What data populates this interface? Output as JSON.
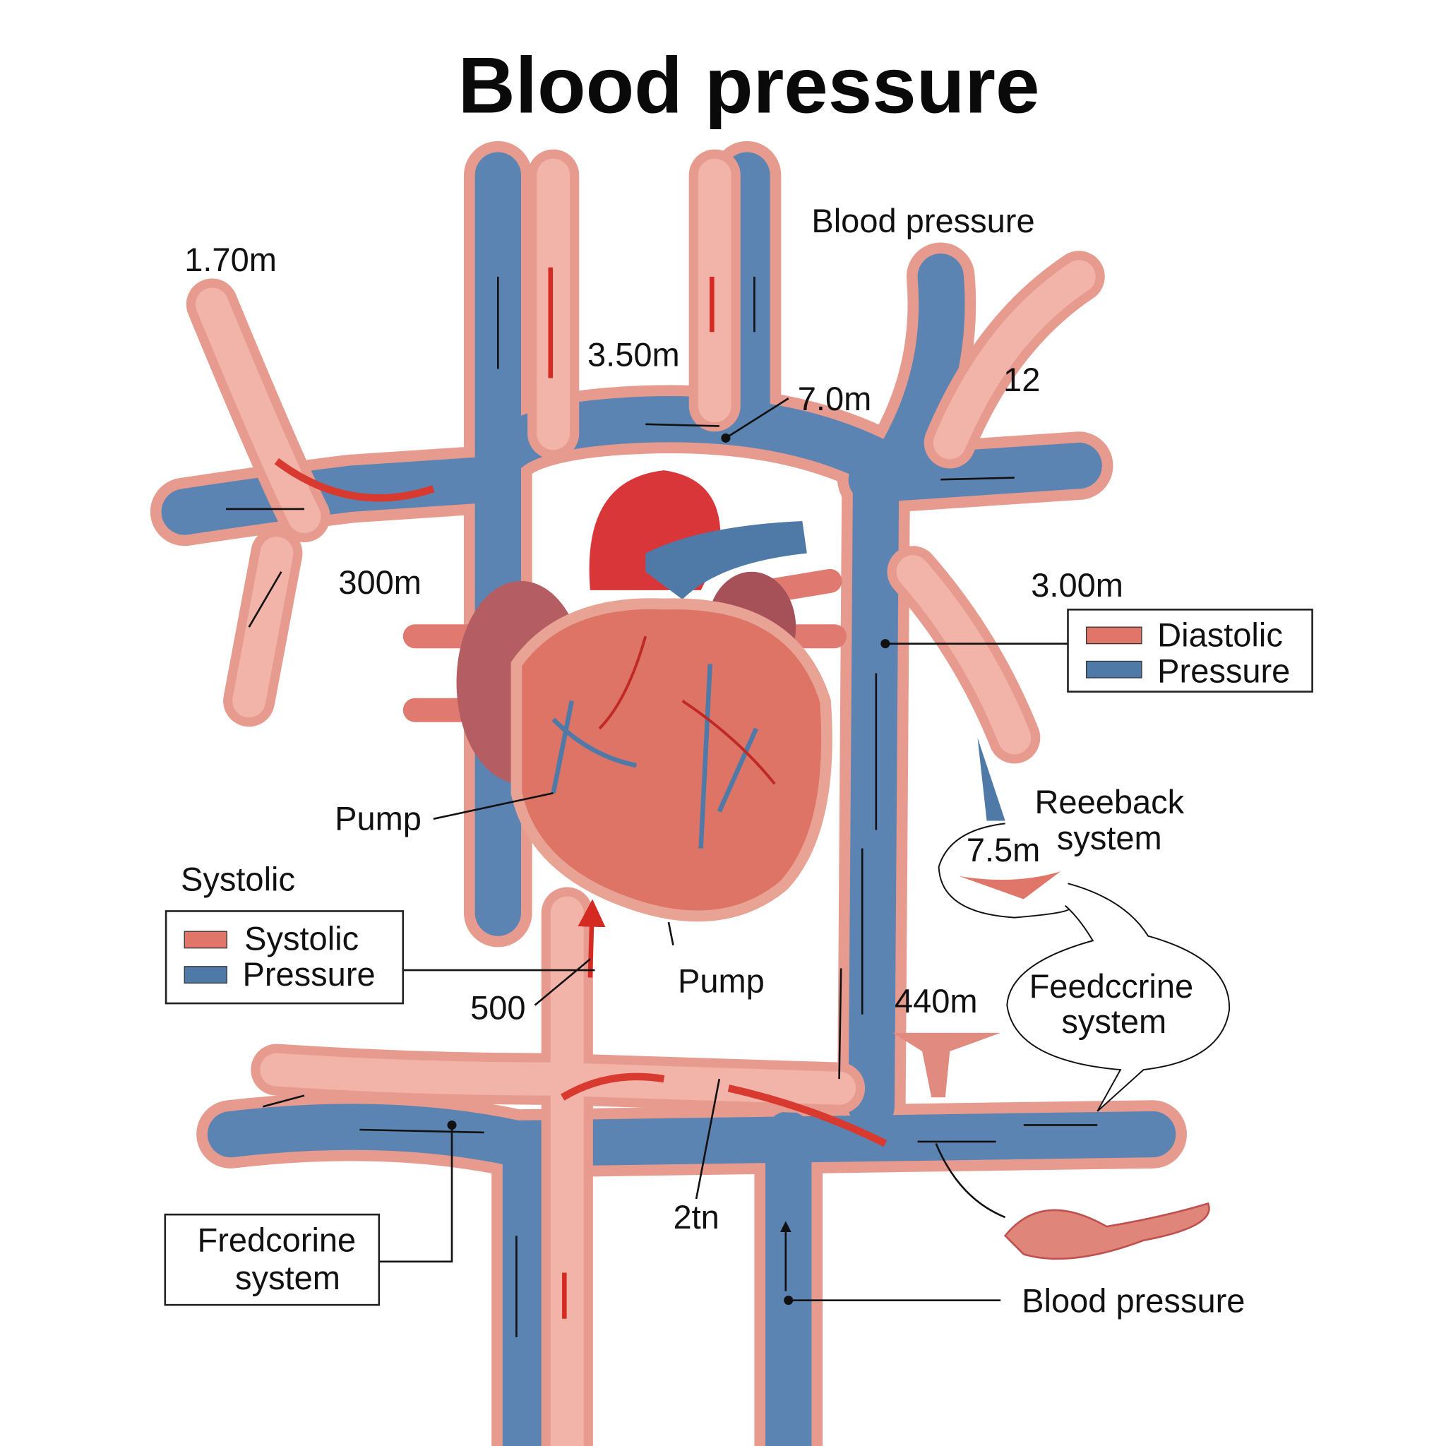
{
  "title": "Blood pressure",
  "labels": {
    "blood_pressure_top": "Blood pressure",
    "m170": "1.70m",
    "m350": "3.50m",
    "m70": "7.0m",
    "n12": "12",
    "m300": "300m",
    "m300b": "3.00m",
    "pump_left": "Pump",
    "pump_center": "Pump",
    "systolic_heading": "Systolic",
    "n500": "500",
    "m440": "440m",
    "n2tn": "2tn",
    "m75": "7.5m",
    "blood_pressure_bottom": "Blood pressure"
  },
  "legend_right": {
    "items": [
      {
        "label": "Diastolic",
        "color": "#e0766a"
      },
      {
        "label": "Pressure",
        "color": "#4f7aa8"
      }
    ]
  },
  "legend_left": {
    "items": [
      {
        "label": "Systolic",
        "color": "#e0766a"
      },
      {
        "label": "Pressure",
        "color": "#4f7aa8"
      }
    ]
  },
  "callouts": {
    "reeeback": {
      "line1": "Reeeback",
      "line2": "system"
    },
    "feedccrine": {
      "line1": "Feedccrine",
      "line2": "system"
    },
    "fredcorine": {
      "line1": "Fredcorine",
      "line2": "system"
    }
  },
  "colors": {
    "vein": "#5b84b3",
    "artery": "#e79a8e",
    "heart": "#d9594c"
  }
}
